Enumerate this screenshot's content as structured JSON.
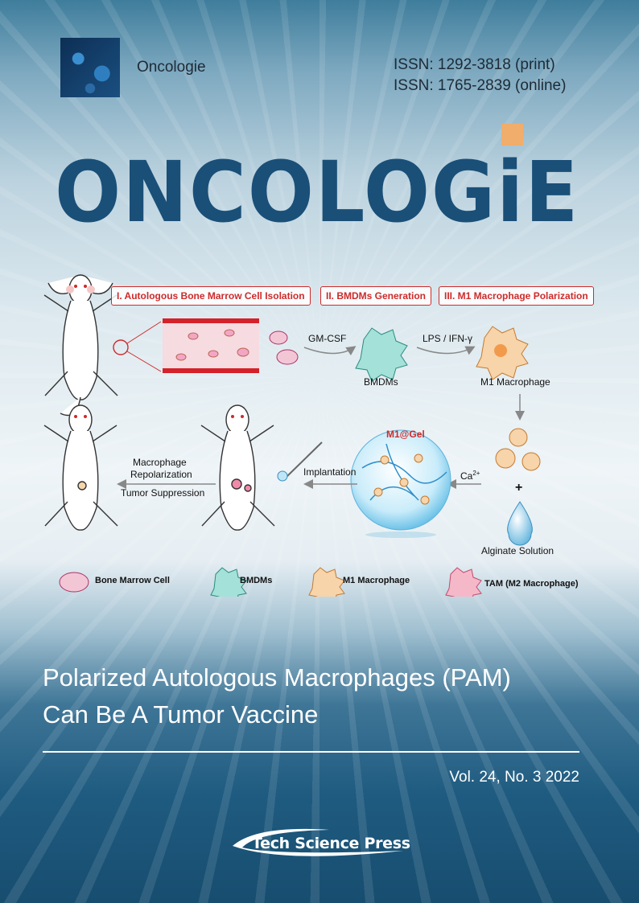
{
  "header": {
    "journal_name": "Oncologie",
    "issn_print": "ISSN: 1292-3818 (print)",
    "issn_online": "ISSN: 1765-2839 (online)"
  },
  "masthead": {
    "title": "ONCOLOGiE"
  },
  "figure": {
    "stages": [
      "I. Autologous Bone Marrow Cell Isolation",
      "II. BMDMs Generation",
      "III. M1 Macrophage Polarization"
    ],
    "arrows": {
      "gm_csf": "GM-CSF",
      "lps": "LPS / IFN-γ",
      "calcium": "Ca",
      "calcium_sup": "2+",
      "plus": "+",
      "implantation": "Implantation"
    },
    "labels": {
      "bmdms": "BMDMs",
      "m1_macrophage": "M1 Macrophage",
      "m1_gel": "M1@Gel",
      "alginate": "Alginate Solution",
      "repolarization_1": "Macrophage",
      "repolarization_2": "Repolarization",
      "suppression": "Tumor Suppression"
    },
    "legend": [
      {
        "label": "Bone Marrow Cell",
        "color": "#f3a6c4"
      },
      {
        "label": "BMDMs",
        "color": "#7fd3c8"
      },
      {
        "label": "M1 Macrophage",
        "color": "#f7c48f"
      },
      {
        "label": "TAM (M2 Macrophage)",
        "color": "#f08aa8"
      }
    ]
  },
  "article": {
    "title_line1": "Polarized Autologous Macrophages (PAM)",
    "title_line2": "Can Be A Tumor Vaccine"
  },
  "issue": {
    "volume": "Vol. 24, No. 3 2022"
  },
  "publisher": {
    "name": "Tech Science Press"
  }
}
